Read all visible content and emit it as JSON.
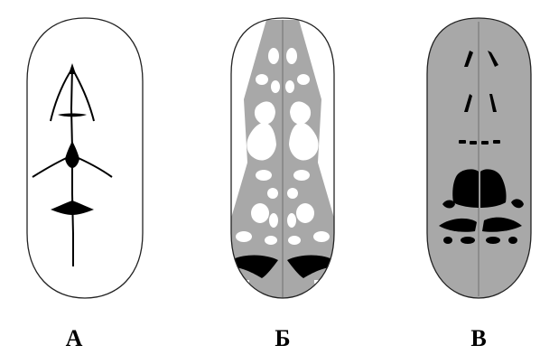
{
  "figure": {
    "panels": [
      {
        "label": "А"
      },
      {
        "label": "Б"
      },
      {
        "label": "В"
      }
    ],
    "colors": {
      "outline": "#222222",
      "black_marks": "#000000",
      "gray_fill": "#a8a8a8",
      "mid_line": "#8a8a8a",
      "white": "#ffffff"
    }
  }
}
